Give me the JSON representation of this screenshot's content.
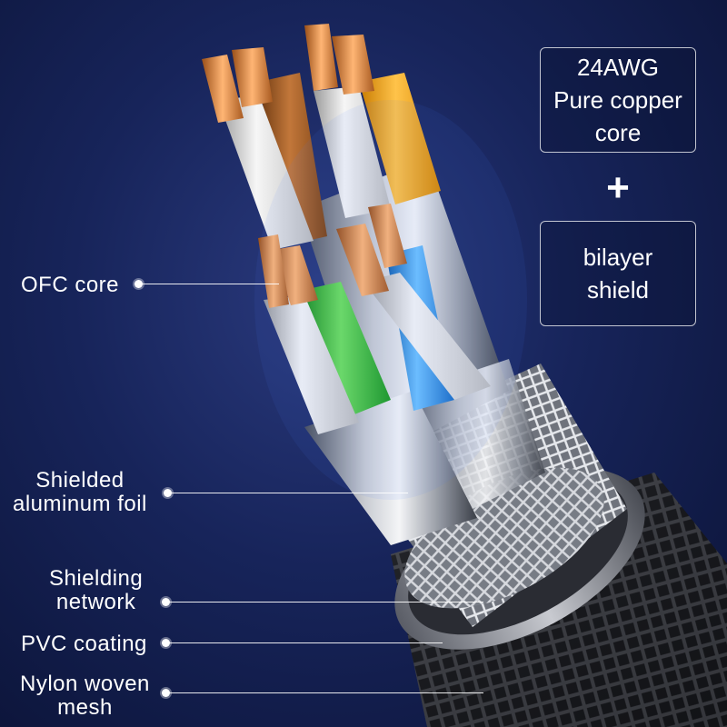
{
  "callouts": {
    "ofc_core": "OFC core",
    "foil_line1": "Shielded",
    "foil_line2": "aluminum foil",
    "network_line1": "Shielding",
    "network_line2": "network",
    "pvc": "PVC coating",
    "mesh_line1": "Nylon woven",
    "mesh_line2": "mesh"
  },
  "spec_box_top": {
    "line1": "24AWG",
    "line2": "Pure copper",
    "line3": "core"
  },
  "plus_sign": "+",
  "spec_box_bottom": {
    "line1": "bilayer",
    "line2": "shield"
  },
  "colors": {
    "background": "#17245a",
    "copper": "#d98a3a",
    "orange": "#f2a20c",
    "brown": "#a45a1f",
    "green": "#2bbf2f",
    "blue": "#2f8fe0",
    "white_insulation": "#e9e9e9"
  }
}
